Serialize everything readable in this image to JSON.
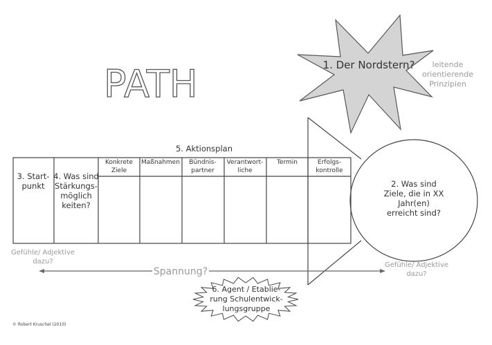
{
  "title": "PATH",
  "north_star": {
    "label": "1. Der Nordstern?",
    "note": [
      "leitende",
      "orientierende",
      "Prinzipien"
    ]
  },
  "goals": {
    "label": [
      "2. Was sind",
      "Ziele, die in XX",
      "Jahr(en)",
      "erreicht sind?"
    ]
  },
  "action_plan": {
    "title": "5. Aktionsplan",
    "start": [
      "3. Start-",
      "punkt"
    ],
    "strengths": [
      "4. Was sind",
      "Stärkungs-",
      "möglich",
      "keiten?"
    ],
    "columns": [
      [
        "Konkrete",
        "Ziele"
      ],
      [
        "Maßnahmen"
      ],
      [
        "Bündnis-",
        "partner"
      ],
      [
        "Verantwort-",
        "liche"
      ],
      [
        "Termin"
      ],
      [
        "Erfolgs-",
        "kontrolle"
      ]
    ]
  },
  "feelings_left": [
    "Gefühle/ Adjektive",
    "dazu?"
  ],
  "feelings_right": [
    "Gefühle/ Adjektive",
    "dazu?"
  ],
  "tension": "Spannung?",
  "agent": [
    "6. Agent / Etablie-",
    "rung Schulentwick-",
    "lungsgruppe"
  ],
  "copyright": "© Robert Kruschel (2010)",
  "colors": {
    "star_fill": "#d4d4d4",
    "gray_text": "#9a9a9a",
    "line": "#444444"
  }
}
